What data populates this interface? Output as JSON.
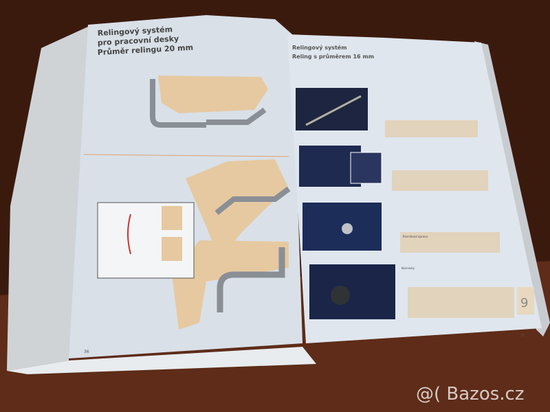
{
  "left_page": {
    "title_lines": [
      "Relingový systém",
      "pro pracovní desky",
      "Průměr relingu 20 mm"
    ],
    "page_number": "36"
  },
  "right_page": {
    "title_lines": [
      "Relingový systém",
      "Reling s průměrem 16 mm"
    ],
    "table_header": "Povrchová úprava",
    "section_koncovky": "Koncovky",
    "chapter_tab": "9",
    "page_number": "37"
  },
  "watermark": "@( Bazos.cz",
  "colors": {
    "table": "#6b3420",
    "page": "#dfe6ee",
    "accent_orange": "#e0a070",
    "tab": "#e8d8c0"
  }
}
